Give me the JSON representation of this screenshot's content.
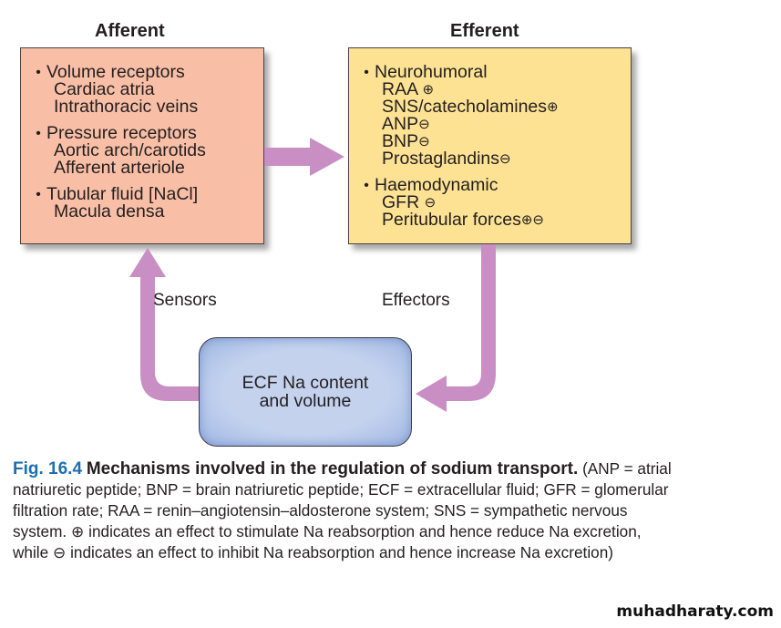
{
  "diagram": {
    "afferent": {
      "heading": "Afferent",
      "groups": [
        {
          "title": "Volume receptors",
          "items": [
            "Cardiac atria",
            "Intrathoracic veins"
          ]
        },
        {
          "title": "Pressure receptors",
          "items": [
            "Aortic arch/carotids",
            "Afferent arteriole"
          ]
        },
        {
          "title": "Tubular fluid [NaCl]",
          "items": [
            "Macula densa"
          ]
        }
      ]
    },
    "efferent": {
      "heading": "Efferent",
      "groups": [
        {
          "title": "Neurohumoral",
          "items": [
            {
              "text": "RAA ",
              "effect": "⊕"
            },
            {
              "text": "SNS/catecholamines",
              "effect": "⊕"
            },
            {
              "text": "ANP",
              "effect": "⊖"
            },
            {
              "text": "BNP",
              "effect": "⊖"
            },
            {
              "text": "Prostaglandins",
              "effect": "⊖"
            }
          ]
        },
        {
          "title": "Haemodynamic",
          "items": [
            {
              "text": "GFR ",
              "effect": "⊖"
            },
            {
              "text": "Peritubular forces",
              "effect": "⊕⊖"
            }
          ]
        }
      ]
    },
    "bullet": "•",
    "sensors_label": "Sensors",
    "effectors_label": "Effectors",
    "ecf_box": {
      "line1": "ECF Na content",
      "line2": "and volume"
    },
    "colors": {
      "afferent_fill": "#f9bfa6",
      "efferent_fill": "#fde293",
      "arrow": "#c98fc4",
      "ecf_fill": "#c4d2ee",
      "fig_label": "#1d6fb1"
    }
  },
  "caption": {
    "fig_label": "Fig. 16.4",
    "title": "Mechanisms involved in the regulation of sodium transport.",
    "body": "(ANP = atrial natriuretic peptide; BNP = brain natriuretic peptide; ECF = extracellular fluid; GFR = glomerular filtration rate; RAA = renin–angiotensin–aldosterone system; SNS = sympathetic nervous system. ⊕ indicates an effect to stimulate Na reabsorption and hence reduce Na excretion, while ⊖ indicates an effect to inhibit Na reabsorption and hence increase Na excretion)"
  },
  "watermark": "muhadharaty.com"
}
